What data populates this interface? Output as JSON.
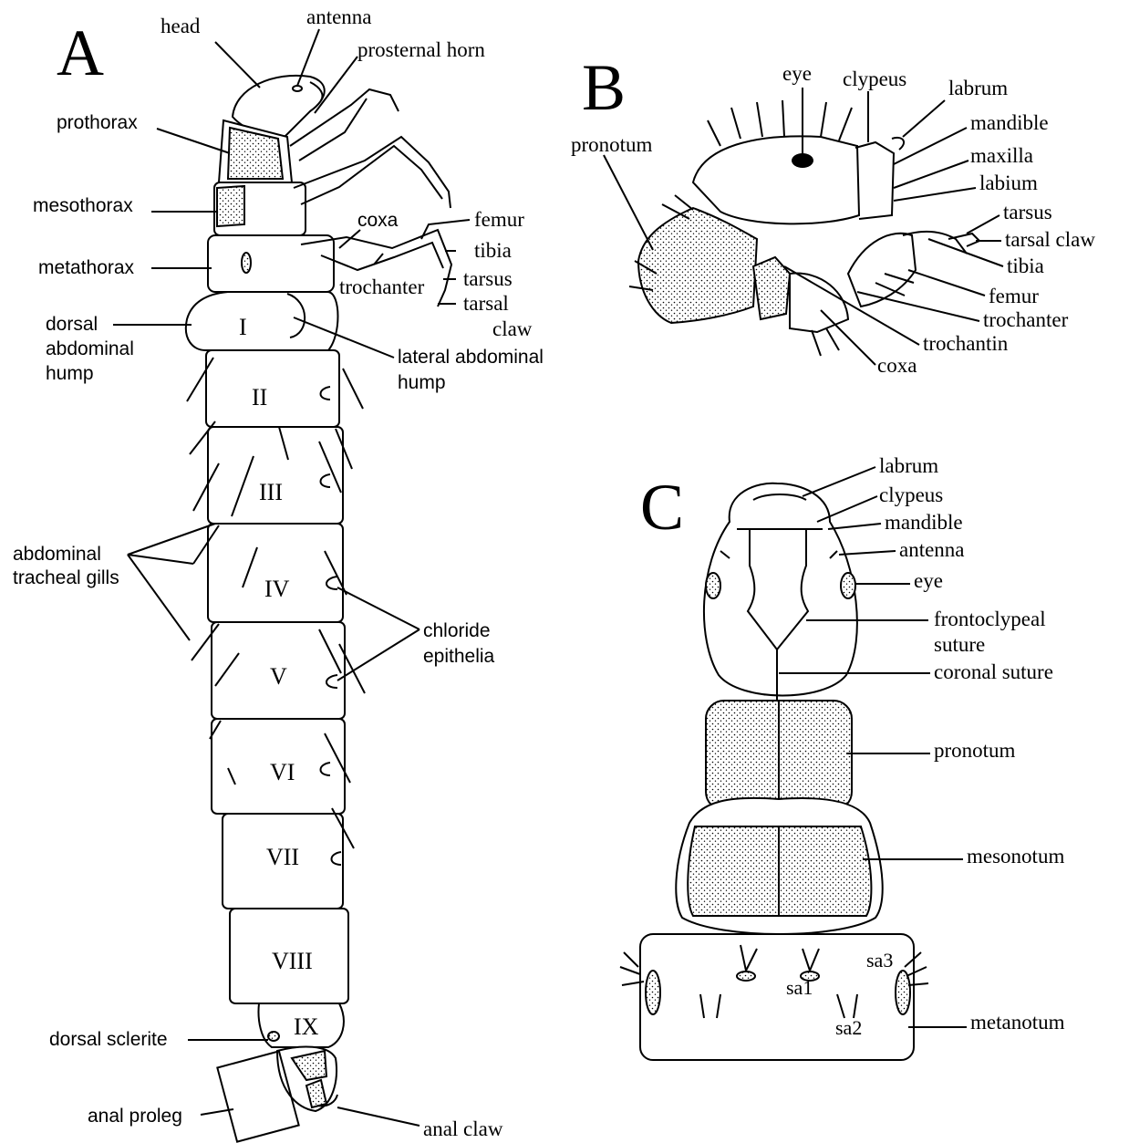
{
  "panels": {
    "a": "A",
    "b": "B",
    "c": "C"
  },
  "labels_a": {
    "head": "head",
    "antenna": "antenna",
    "prosternal_horn": "prosternal horn",
    "prothorax": "prothorax",
    "mesothorax": "mesothorax",
    "metathorax": "metathorax",
    "coxa": "coxa",
    "femur": "femur",
    "tibia": "tibia",
    "trochanter": "trochanter",
    "tarsus": "tarsus",
    "tarsal": "tarsal",
    "claw": "claw",
    "dorsal": "dorsal",
    "abdominal": "abdominal",
    "hump": "hump",
    "lateral_abdominal": "lateral abdominal",
    "hump2": "hump",
    "abdominal2": "abdominal",
    "tracheal_gills": "tracheal gills",
    "chloride": "chloride",
    "epithelia": "epithelia",
    "dorsal_sclerite": "dorsal sclerite",
    "anal_proleg": "anal proleg",
    "anal_claw": "anal claw"
  },
  "segments": [
    "I",
    "II",
    "III",
    "IV",
    "V",
    "VI",
    "VII",
    "VIII",
    "IX"
  ],
  "labels_b": {
    "eye": "eye",
    "clypeus": "clypeus",
    "labrum": "labrum",
    "pronotum": "pronotum",
    "mandible": "mandible",
    "maxilla": "maxilla",
    "labium": "labium",
    "tarsus": "tarsus",
    "tarsal_claw": "tarsal claw",
    "tibia": "tibia",
    "femur": "femur",
    "trochanter": "trochanter",
    "trochantin": "trochantin",
    "coxa": "coxa"
  },
  "labels_c": {
    "labrum": "labrum",
    "clypeus": "clypeus",
    "mandible": "mandible",
    "antenna": "antenna",
    "eye": "eye",
    "frontoclypeal": "frontoclypeal",
    "suture": "suture",
    "coronal_suture": "coronal suture",
    "pronotum": "pronotum",
    "mesonotum": "mesonotum",
    "sa3": "sa3",
    "sa1": "sa1",
    "sa2": "sa2",
    "metanotum": "metanotum"
  }
}
